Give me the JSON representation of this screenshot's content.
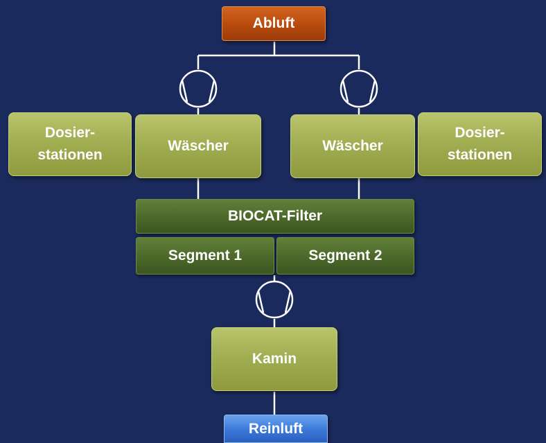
{
  "nodes": {
    "abluft": "Abluft",
    "dosier_left": [
      "Dosier-",
      "stationen"
    ],
    "waescher_left": "Wäscher",
    "waescher_right": "Wäscher",
    "dosier_right": [
      "Dosier-",
      "stationen"
    ],
    "biocat_filter": "BIOCAT-Filter",
    "segment_1": "Segment 1",
    "segment_2": "Segment 2",
    "kamin": "Kamin",
    "reinluft": "Reinluft"
  },
  "icons": [
    "fan-icon",
    "fan-icon",
    "fan-icon"
  ],
  "colors": {
    "background": "#1b2a5c",
    "olive": "#a2ae52",
    "dark_green": "#4d6a2b",
    "orange": "#b84a0e",
    "blue": "#3a78d8",
    "line": "#ffffff"
  }
}
